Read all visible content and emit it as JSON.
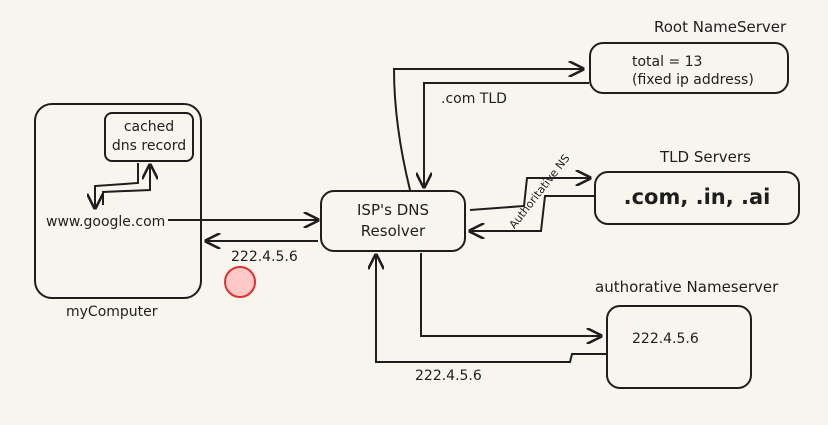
{
  "nodes": {
    "my_computer": {
      "label": "myComputer",
      "cache_line1": "cached",
      "cache_line2": "dns record",
      "query": "www.google.com"
    },
    "resolver": {
      "line1": "ISP's DNS",
      "line2": "Resolver"
    },
    "root": {
      "title": "Root NameServer",
      "line1": "total = 13",
      "line2": "(fixed ip address)"
    },
    "tld": {
      "title": "TLD Servers",
      "content": ".com, .in, .ai"
    },
    "authoritative": {
      "title": "authorative Nameserver",
      "content": "222.4.5.6"
    }
  },
  "edges": {
    "root_to_resolver": ".com TLD",
    "tld_to_resolver": "Authoritative NS",
    "resolver_to_computer": "222.4.5.6",
    "authoritative_to_resolver": "222.4.5.6"
  },
  "colors": {
    "stroke": "#1e1e1e",
    "background": "#f8f5ee",
    "marker_fill": "#ffc9c9",
    "marker_stroke": "#e03131"
  }
}
